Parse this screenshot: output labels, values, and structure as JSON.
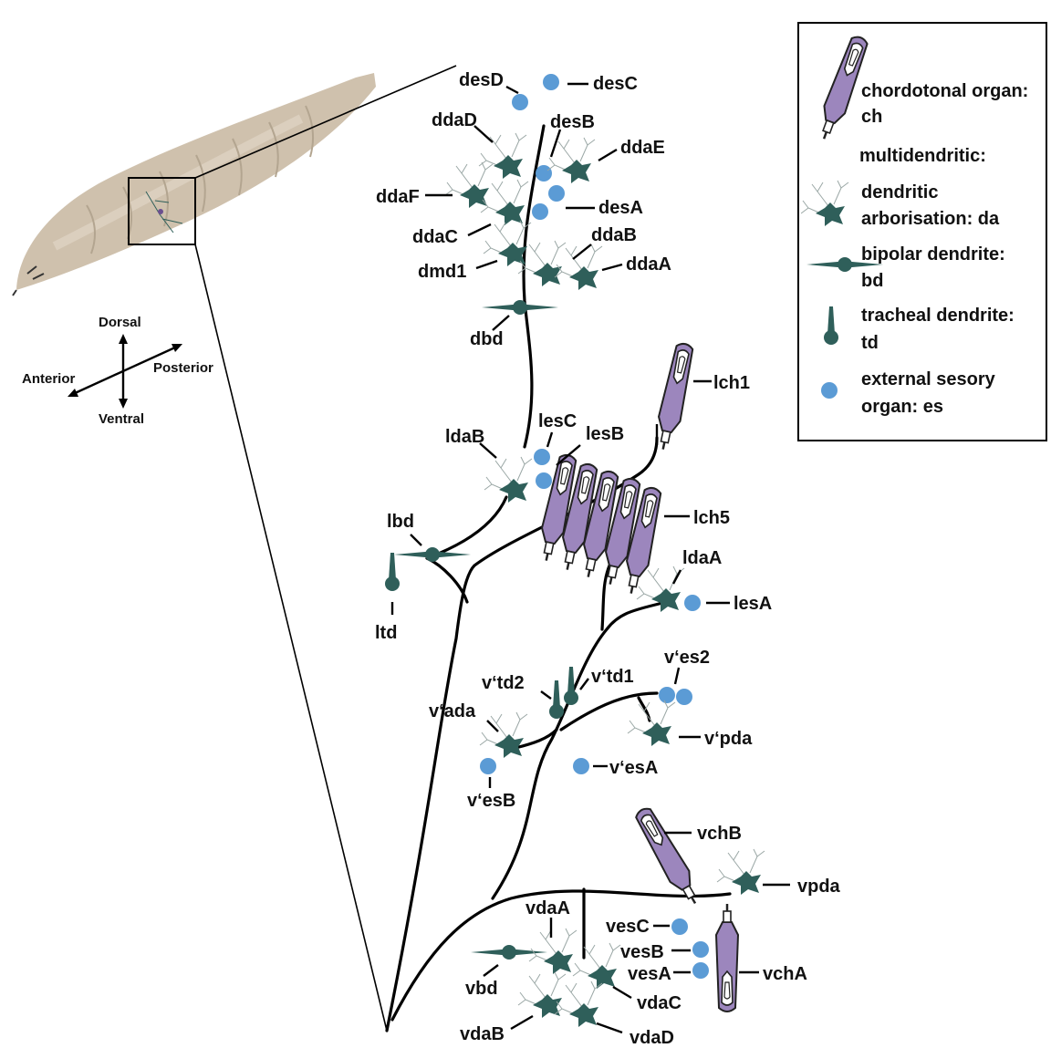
{
  "colors": {
    "neuron": "#2f5f5a",
    "es": "#5b9bd5",
    "chordotonal": "#9c86bd",
    "larva": "#cfc1ad",
    "line": "#000000"
  },
  "orientation": {
    "dorsal": "Dorsal",
    "ventral": "Ventral",
    "anterior": "Anterior",
    "posterior": "Posterior"
  },
  "legend": {
    "ch_line1": "chordotonal organ:",
    "ch_line2": "ch",
    "md": "multidendritic:",
    "da_line1": "dendritic",
    "da_line2": "arborisation: da",
    "bd_line1": "bipolar dendrite:",
    "bd_line2": "bd",
    "td_line1": "tracheal dendrite:",
    "td_line2": "td",
    "es_line1": "external sesory",
    "es_line2": "organ: es"
  },
  "labels": {
    "desD": "desD",
    "desC": "desC",
    "ddaD": "ddaD",
    "desB": "desB",
    "ddaE": "ddaE",
    "ddaF": "ddaF",
    "desA": "desA",
    "ddaC": "ddaC",
    "ddaB": "ddaB",
    "dmd1": "dmd1",
    "ddaA": "ddaA",
    "dbd": "dbd",
    "lch1": "lch1",
    "ldaB": "ldaB",
    "lesC": "lesC",
    "lesB": "lesB",
    "lch5": "lch5",
    "lbd": "lbd",
    "ltd": "ltd",
    "ldaA": "ldaA",
    "lesA": "lesA",
    "vtd2": "v‘td2",
    "vtd1": "v‘td1",
    "ves2": "v‘es2",
    "vada": "v‘ada",
    "vpda_prime": "v‘pda",
    "vesA_prime": "v‘esA",
    "vesB_prime": "v‘esB",
    "vchB": "vchB",
    "vpda": "vpda",
    "vdaA": "vdaA",
    "vesC": "vesC",
    "vesB": "vesB",
    "vesA": "vesA",
    "vchA": "vchA",
    "vbd": "vbd",
    "vdaC": "vdaC",
    "vdaB": "vdaB",
    "vdaD": "vdaD"
  }
}
